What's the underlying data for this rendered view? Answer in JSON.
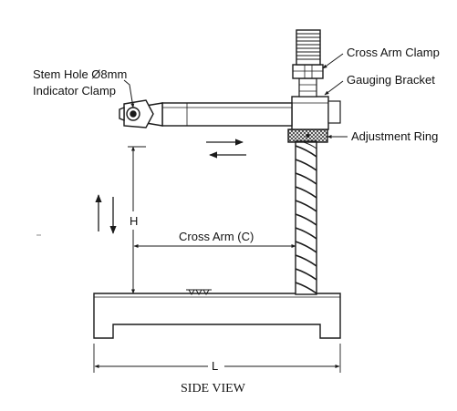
{
  "labels": {
    "cross_arm_clamp": "Cross Arm Clamp",
    "gauging_bracket": "Gauging Bracket",
    "adjustment_ring": "Adjustment Ring",
    "stem_hole": "Stem Hole Ø8mm",
    "indicator_clamp": "Indicator Clamp",
    "cross_arm": "Cross Arm (C)",
    "height": "H",
    "length": "L",
    "view_title": "SIDE VIEW"
  },
  "colors": {
    "line": "#1a1a1a",
    "fill": "#ffffff",
    "hatch": "#2a2a2a"
  },
  "icons": {
    "horizontal_motion": "double-horizontal-arrow-icon",
    "vertical_motion": "double-vertical-arrow-icon",
    "surface_finish": "surface-finish-triangles-icon"
  }
}
